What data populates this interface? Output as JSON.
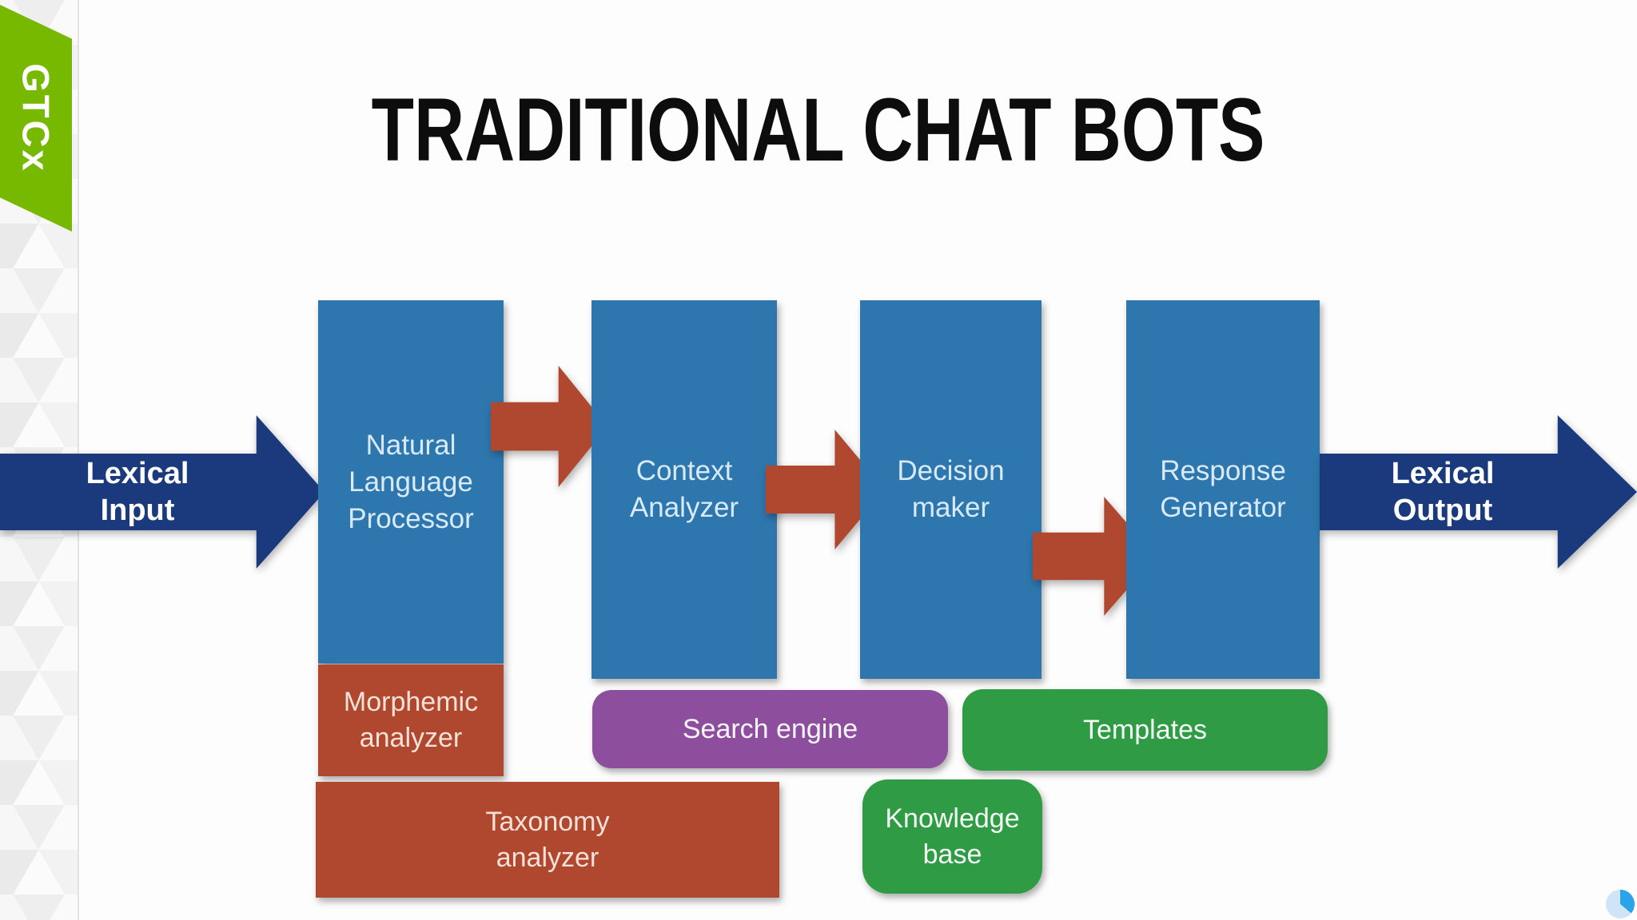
{
  "slide": {
    "logo_text": "GTCx",
    "title": "TRADITIONAL CHAT BOTS"
  },
  "flow": {
    "input_arrow": {
      "line1": "Lexical",
      "line2": "Input"
    },
    "output_arrow": {
      "line1": "Lexical",
      "line2": "Output"
    },
    "stages": [
      {
        "name": "natural-language-processor",
        "line1": "Natural",
        "line2": "Language",
        "line3": "Processor"
      },
      {
        "name": "context-analyzer",
        "line1": "Context",
        "line2": "Analyzer"
      },
      {
        "name": "decision-maker",
        "line1": "Decision",
        "line2": "maker"
      },
      {
        "name": "response-generator",
        "line1": "Response",
        "line2": "Generator"
      }
    ]
  },
  "modules": {
    "morphemic": {
      "line1": "Morphemic",
      "line2": "analyzer"
    },
    "search_engine": {
      "label": "Search engine"
    },
    "templates": {
      "label": "Templates"
    },
    "taxonomy": {
      "line1": "Taxonomy",
      "line2": "analyzer"
    },
    "knowledge_base": {
      "line1": "Knowledge",
      "line2": "base"
    }
  },
  "icons": {
    "pie_indicator": "pie-progress-icon"
  },
  "colors": {
    "navy": "#1b3a7d",
    "steel_blue": "#2e77ae",
    "brick_red": "#b0482f",
    "purple": "#8d4e9d",
    "green": "#2f9b45",
    "brand_green": "#76b900",
    "pie_base": "#cfe4f6",
    "pie_accent": "#2aa3e8"
  }
}
